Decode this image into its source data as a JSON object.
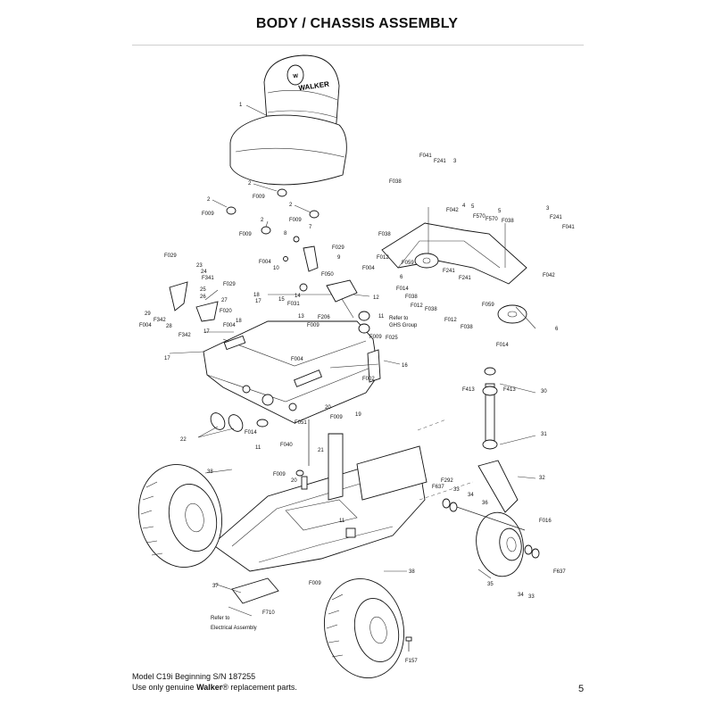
{
  "title": "BODY / CHASSIS ASSEMBLY",
  "seat_logo": "WALKER",
  "footer": {
    "line1": "Model C19i Beginning S/N 187255",
    "line2_prefix": "Use only genuine ",
    "line2_brand": "Walker",
    "line2_suffix": "® replacement parts."
  },
  "page_number": "5",
  "callouts": {
    "c1": "1",
    "c2a": "2",
    "c2b": "2",
    "c2c": "2",
    "c2d": "2",
    "F009a": "F009",
    "F009b": "F009",
    "F009c": "F009",
    "F009d": "F009",
    "F041a": "F041",
    "F241a": "F241",
    "c3a": "3",
    "F038a": "F038",
    "c3b": "3",
    "F241b": "F241",
    "F041b": "F041",
    "F042a": "F042",
    "c4": "4",
    "c5a": "5",
    "F570a": "F570",
    "F570b": "F570",
    "c5b": "5",
    "F038b": "F038",
    "F038c": "F038",
    "c7": "7",
    "c8": "8",
    "F029a": "F029",
    "c9": "9",
    "F004a": "F004",
    "c10": "10",
    "F029b": "F029",
    "c23": "23",
    "c24": "24",
    "F341": "F341",
    "c25": "25",
    "c26": "26",
    "c27": "27",
    "F029c": "F029",
    "F020": "F020",
    "F004b": "F004",
    "c29": "29",
    "F342a": "F342",
    "F004c": "F004",
    "c28": "28",
    "F342b": "F342",
    "c18a": "18",
    "c17a": "17",
    "c15": "15",
    "F031": "F031",
    "c14": "14",
    "c13": "13",
    "F009e": "F009",
    "F050": "F050",
    "F004d": "F004",
    "c12": "12",
    "F206": "F206",
    "c11a": "11",
    "refer_ghs1": "Refer to",
    "refer_ghs2": "GHS Group",
    "c17b": "17",
    "F009f": "F009",
    "F025": "F025",
    "c17c": "17",
    "F004e": "F004",
    "c16": "16",
    "F002": "F002",
    "F012a": "F012",
    "F059a": "F059",
    "c6a": "6",
    "F014a": "F014",
    "F241c": "F241",
    "F241d": "F241",
    "F038d": "F038",
    "F012b": "F012",
    "F038e": "F038",
    "F012c": "F012",
    "F038f": "F038",
    "F042b": "F042",
    "F059b": "F059",
    "c6b": "6",
    "F014b": "F014",
    "F413a": "F413",
    "F413b": "F413",
    "c30": "30",
    "c31": "31",
    "c22": "22",
    "F014c": "F014",
    "c11b": "11",
    "F040": "F040",
    "F051": "F051",
    "c20a": "20",
    "F009g": "F009",
    "c19": "19",
    "c18b": "18",
    "c21": "21",
    "F009h": "F009",
    "c20b": "20",
    "c38a": "38",
    "F292": "F292",
    "F637a": "F637",
    "c33a": "33",
    "c34a": "34",
    "c32": "32",
    "c36": "36",
    "F016": "F016",
    "c11c": "11",
    "c37": "37",
    "F009i": "F009",
    "F710": "F710",
    "refer_elec1": "Refer to",
    "refer_elec2": "Electrical Assembly",
    "c38b": "38",
    "c35": "35",
    "c34b": "34",
    "c33b": "33",
    "F637b": "F637",
    "F157": "F157"
  }
}
